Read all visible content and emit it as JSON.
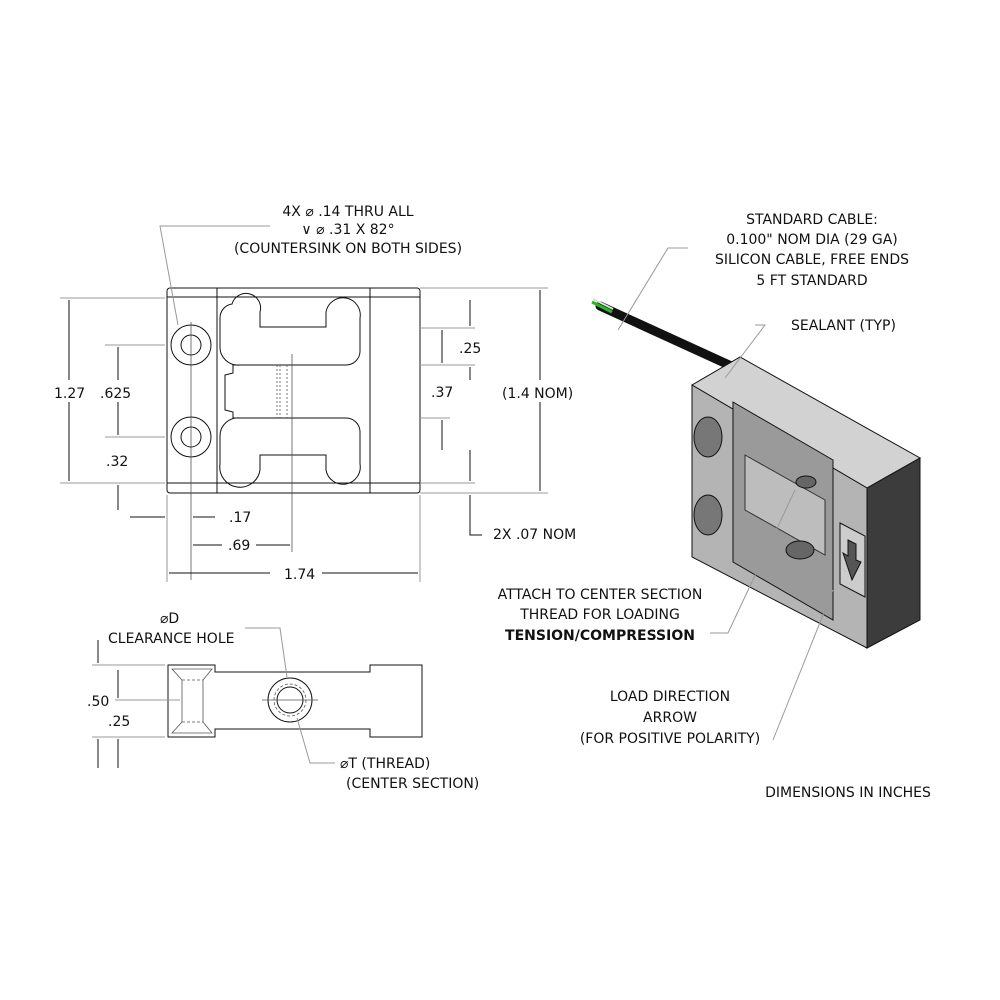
{
  "front_view": {
    "hole_callout": [
      "4X ⌀ .14 THRU ALL",
      "∨ ⌀ .31 X 82°",
      "(COUNTERSINK ON BOTH SIDES)"
    ],
    "dims": {
      "height": "1.27",
      "hole_spacing": ".625",
      "hole_offset": ".32",
      "slot_width": ".25",
      "center_width": ".37",
      "overall_height": "1.4 NOM",
      "hole_edge": ".17",
      "center_offset": ".69",
      "length": "1.74",
      "lip": "2X .07 NOM"
    }
  },
  "side_view": {
    "clearance_label": [
      "⌀D",
      "CLEARANCE HOLE"
    ],
    "thread_label": [
      "⌀T (THREAD)",
      "(CENTER SECTION)"
    ],
    "dims": {
      "thickness": ".50",
      "half_thickness": ".25"
    }
  },
  "iso_view": {
    "cable_label": [
      "STANDARD CABLE:",
      "0.100\" NOM DIA (29 GA)",
      "SILICON CABLE, FREE ENDS",
      "5 FT STANDARD"
    ],
    "sealant_label": "SEALANT (TYP)",
    "attach_label": [
      "ATTACH TO CENTER SECTION",
      "THREAD FOR LOADING",
      "TENSION/COMPRESSION"
    ],
    "arrow_label": [
      "LOAD DIRECTION",
      "ARROW",
      "(FOR POSITIVE POLARITY)"
    ],
    "colors": {
      "body": "#b4b4b4",
      "top": "#d2d2d2",
      "side": "#3c3c3c",
      "wire": "#22bb22"
    }
  },
  "units_note": "DIMENSIONS IN INCHES"
}
